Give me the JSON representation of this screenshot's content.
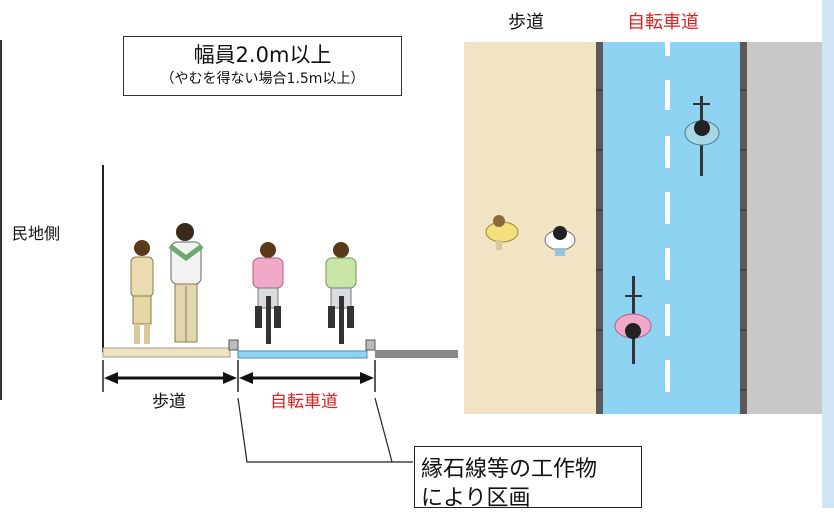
{
  "section": {
    "width_main": "幅員2.0m以上",
    "width_sub": "（やむを得ない場合1.5m以上）",
    "side_label": "民地側",
    "sidewalk_label": "歩道",
    "cycle_label": "自転車道",
    "note_line1": "縁石線等の工作物",
    "note_line2": "により区画"
  },
  "plan": {
    "sidewalk_label": "歩道",
    "cycle_label": "自転車道"
  },
  "colors": {
    "sidewalk": "#f1e4c4",
    "cycle_lane": "#8fd3f3",
    "roadway": "#c8c8c8",
    "accent_red": "#e02020",
    "right_edge": "#cfe6f4"
  },
  "icons": {
    "pedestrian": "person-walking",
    "cyclist": "person-cycling"
  }
}
